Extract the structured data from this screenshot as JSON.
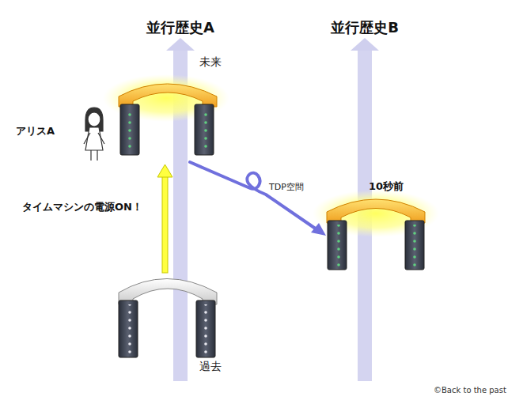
{
  "diagram": {
    "labels": [
      "並行歴史A",
      "並行歴史B",
      "未来",
      "アリスA",
      "タイムマシンの電源ON！",
      "TDP空間",
      "10秒前",
      "過去",
      "©Back to the past"
    ]
  }
}
